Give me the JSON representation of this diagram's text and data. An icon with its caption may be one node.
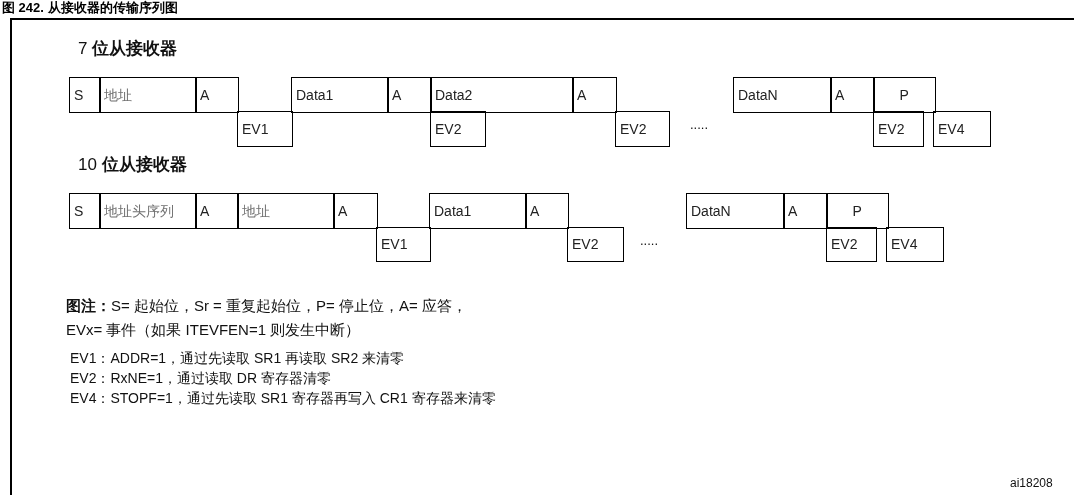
{
  "diagram": {
    "title": "图 242. 从接收器的传输序列图",
    "nodes": [
      {
        "text": [
          "S"
        ]
      },
      {
        "text": [
          "地址"
        ]
      },
      {
        "text": [
          "A"
        ]
      },
      {
        "text": [
          "EV1"
        ]
      },
      {
        "text": [
          "Data1"
        ]
      },
      {
        "text": [
          "A"
        ]
      },
      {
        "text": [
          "Data2"
        ]
      },
      {
        "text": [
          "EV2"
        ]
      },
      {
        "text": [
          "A"
        ]
      },
      {
        "text": [
          "EV2"
        ]
      },
      {
        "text": [
          "DataN"
        ]
      },
      {
        "text": [
          "A"
        ]
      },
      {
        "text": [
          "P"
        ]
      },
      {
        "text": [
          "EV2"
        ]
      },
      {
        "text": [
          "EV4"
        ]
      },
      {
        "text": [
          "S"
        ]
      },
      {
        "text": [
          "地址头序列"
        ]
      },
      {
        "text": [
          "A"
        ]
      },
      {
        "text": [
          "地址"
        ]
      },
      {
        "text": [
          "A"
        ]
      },
      {
        "text": [
          "EV1"
        ]
      },
      {
        "text": [
          "Data1"
        ]
      },
      {
        "text": [
          "A"
        ]
      },
      {
        "text": [
          "EV2"
        ]
      },
      {
        "text": [
          "DataN"
        ]
      },
      {
        "text": [
          "A"
        ]
      },
      {
        "text": [
          "P"
        ]
      },
      {
        "text": [
          "EV2"
        ]
      },
      {
        "text": [
          "EV4"
        ]
      }
    ],
    "labels": [
      "7 **位从接收器**",
      ".....",
      "10 **位从接收器**",
      ".....",
      "**图注：**S= 起始位，Sr = 重复起始位，P= 停止位，A= 应答，",
      "EVx= 事件（如果 ITEVFEN=1 则发生中断）",
      "EV1：ADDR=1，通过先读取 SR1 再读取 SR2 来清零",
      "EV2：RxNE=1，通过读取 DR 寄存器清零",
      "EV4：STOPF=1，通过先读取 SR1 寄存器再写入 CR1 寄存器来清零",
      "ai18208"
    ]
  }
}
